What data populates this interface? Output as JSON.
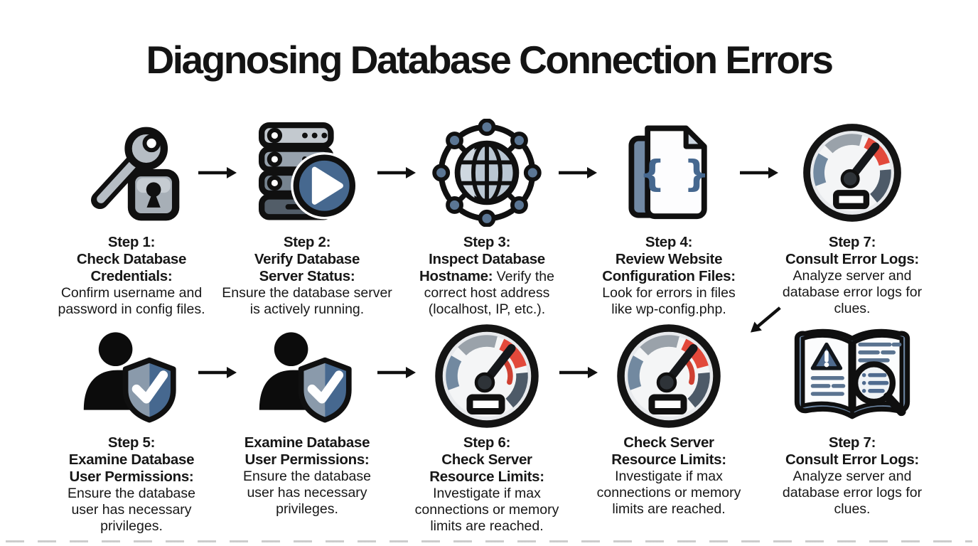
{
  "title": "Diagnosing Database Connection Errors",
  "colors": {
    "ink": "#141414",
    "accent_blue": "#46688f",
    "steel_blue": "#7189a4",
    "gauge_red": "#e2493b",
    "gauge_slate": "#4d5a68",
    "gauge_gray": "#9aa2aa",
    "metal_gray": "#b6bdc4"
  },
  "rows": [
    {
      "steps": [
        {
          "icon": "key-lock-icon",
          "lines": [
            {
              "b": "Step 1:"
            },
            {
              "b": "Check Database"
            },
            {
              "b": "Credentials:"
            },
            {
              "n": "Confirm username and"
            },
            {
              "n": "password in config files."
            }
          ]
        },
        {
          "icon": "server-play-icon",
          "lines": [
            {
              "b": "Step 2:"
            },
            {
              "b": "Verify Database"
            },
            {
              "b": "Server Status:"
            },
            {
              "n": "Ensure the database server"
            },
            {
              "n": "is actively running."
            }
          ]
        },
        {
          "icon": "network-globe-icon",
          "lines": [
            {
              "b": "Step 3:"
            },
            {
              "b": "Inspect Database"
            },
            {
              "b": "Hostname:",
              "n": " Verify the"
            },
            {
              "n": "correct host address"
            },
            {
              "n": "(localhost, IP, etc.)."
            }
          ]
        },
        {
          "icon": "config-files-icon",
          "lines": [
            {
              "b": "Step 4:"
            },
            {
              "b": "Review Website"
            },
            {
              "b": "Configuration Files:"
            },
            {
              "n": "Look for errors in files"
            },
            {
              "n": "like wp-config.php."
            }
          ]
        },
        {
          "icon": "gauge-icon",
          "lines": [
            {
              "b": "Step 7:"
            },
            {
              "b": "Consult Error Logs:"
            },
            {
              "n": "Analyze server and"
            },
            {
              "n": "database error logs for"
            },
            {
              "n": "clues."
            }
          ]
        }
      ]
    },
    {
      "steps": [
        {
          "icon": "user-shield-icon",
          "lines": [
            {
              "b": "Step 5:"
            },
            {
              "b": "Examine Database"
            },
            {
              "b": "User Permissions:"
            },
            {
              "n": "Ensure the database"
            },
            {
              "n": "user has necessary"
            },
            {
              "n": "privileges."
            }
          ]
        },
        {
          "icon": "user-shield-icon",
          "lines": [
            {
              "b": "Examine Database"
            },
            {
              "b": "User Permissions:"
            },
            {
              "n": "Ensure the database"
            },
            {
              "n": "user has necessary"
            },
            {
              "n": "privileges."
            }
          ]
        },
        {
          "icon": "gauge-red-icon",
          "lines": [
            {
              "b": "Step 6:"
            },
            {
              "b": "Check Server"
            },
            {
              "b": "Resource Limits:"
            },
            {
              "n": "Investigate if max"
            },
            {
              "n": "connections or memory"
            },
            {
              "n": "limits are reached."
            }
          ]
        },
        {
          "icon": "gauge-red-icon",
          "lines": [
            {
              "b": "Check Server"
            },
            {
              "b": "Resource Limits:"
            },
            {
              "n": "Investigate if max"
            },
            {
              "n": "connections or memory"
            },
            {
              "n": "limits are reached."
            }
          ]
        },
        {
          "icon": "error-log-book-icon",
          "lines": [
            {
              "b": "Step 7:"
            },
            {
              "b": "Consult Error Logs:"
            },
            {
              "n": "Analyze server and"
            },
            {
              "n": "database error logs for"
            },
            {
              "n": "clues."
            }
          ]
        }
      ]
    }
  ]
}
